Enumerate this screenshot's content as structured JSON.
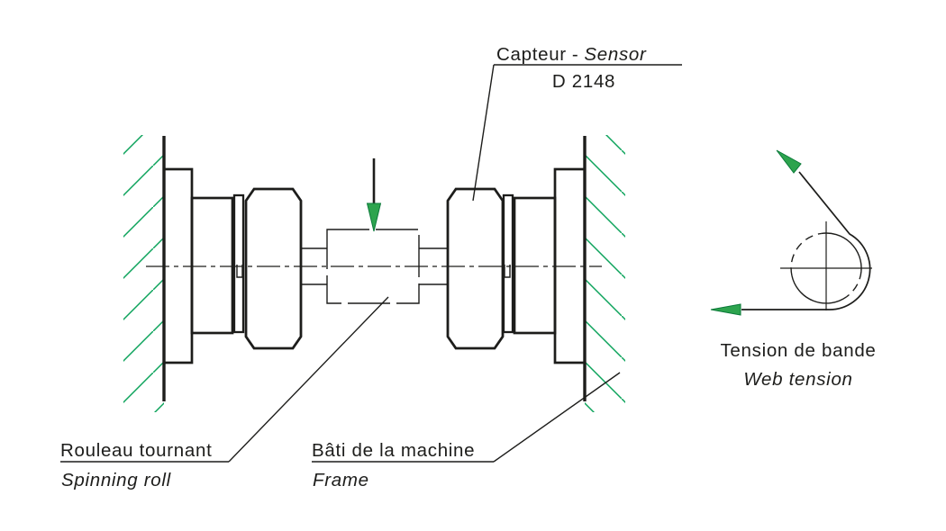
{
  "meta": {
    "type": "technical-drawing",
    "subject": "web tension sensor installation schematic",
    "background": "#ffffff"
  },
  "colors": {
    "line_black": "#1d1d1b",
    "hatch_green": "#0ca35b",
    "arrow_green_fill": "#2da44e",
    "arrow_green_stroke": "#0b7a3a"
  },
  "labels": {
    "sensor": {
      "fr": "Capteur",
      "sep": "-",
      "en": "Sensor",
      "model": "D 2148"
    },
    "spinning_roll": {
      "fr": "Rouleau tournant",
      "en": "Spinning roll"
    },
    "frame": {
      "fr": "Bâti de la machine",
      "en": "Frame"
    },
    "web_tension": {
      "fr": "Tension de bande",
      "en": "Web tension"
    }
  },
  "icons": {
    "force_arrow": "downward-force-arrow",
    "tension_arrow_upper": "tension-direction-arrow-up-left",
    "tension_arrow_lower": "tension-direction-arrow-left"
  }
}
